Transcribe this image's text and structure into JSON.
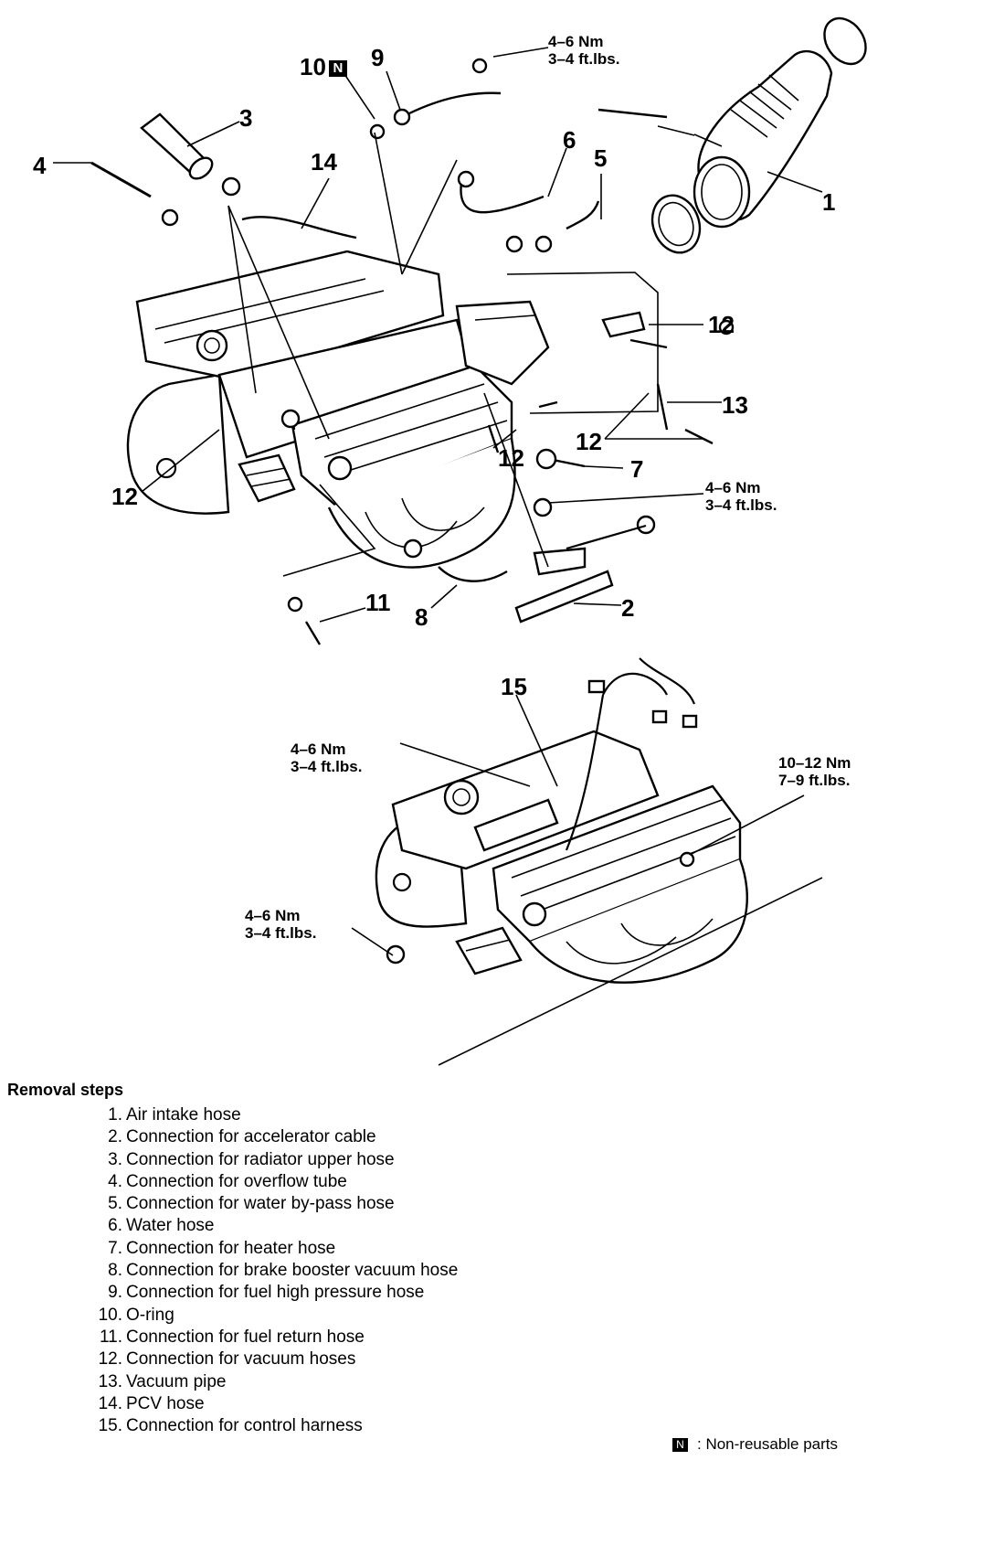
{
  "top_view": {
    "callouts": [
      "1",
      "2",
      "3",
      "4",
      "5",
      "6",
      "7",
      "8",
      "9",
      "10",
      "11",
      "12",
      "12",
      "12",
      "12",
      "13",
      "14"
    ],
    "nonreusable_badge": "N",
    "torque_labels": [
      {
        "nm": "4–6 Nm",
        "ft": "3–4 ft.lbs."
      },
      {
        "nm": "4–6 Nm",
        "ft": "3–4 ft.lbs."
      }
    ]
  },
  "bottom_view": {
    "callouts": [
      "15"
    ],
    "torque_labels": [
      {
        "nm": "4–6 Nm",
        "ft": "3–4 ft.lbs."
      },
      {
        "nm": "10–12 Nm",
        "ft": "7–9 ft.lbs."
      },
      {
        "nm": "4–6 Nm",
        "ft": "3–4 ft.lbs."
      }
    ]
  },
  "removal": {
    "title": "Removal steps",
    "steps": [
      {
        "num": "1.",
        "text": "Air intake hose"
      },
      {
        "num": "2.",
        "text": "Connection for accelerator cable"
      },
      {
        "num": "3.",
        "text": "Connection for radiator upper hose"
      },
      {
        "num": "4.",
        "text": "Connection for overflow tube"
      },
      {
        "num": "5.",
        "text": "Connection for water by-pass hose"
      },
      {
        "num": "6.",
        "text": "Water hose"
      },
      {
        "num": "7.",
        "text": "Connection for heater hose"
      },
      {
        "num": "8.",
        "text": "Connection for brake booster vacuum hose"
      },
      {
        "num": "9.",
        "text": "Connection for fuel high pressure hose"
      },
      {
        "num": "10.",
        "text": "O-ring"
      },
      {
        "num": "11.",
        "text": "Connection for fuel return hose"
      },
      {
        "num": "12.",
        "text": "Connection for vacuum hoses"
      },
      {
        "num": "13.",
        "text": "Vacuum pipe"
      },
      {
        "num": "14.",
        "text": "PCV hose"
      },
      {
        "num": "15.",
        "text": "Connection for control harness"
      }
    ]
  },
  "legend": {
    "badge": "N",
    "label": ": Non-reusable parts"
  }
}
